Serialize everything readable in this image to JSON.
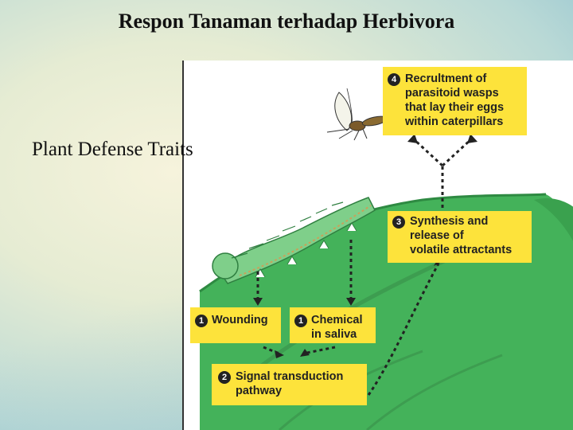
{
  "slide": {
    "title": "Respon Tanaman terhadap Herbivora",
    "side_text": "Plant Defense Traits"
  },
  "diagram": {
    "steps": [
      {
        "number": "4",
        "label": "Recrultment of\nparasitoid wasps\nthat lay their eggs\nwithin caterpillars"
      },
      {
        "number": "3",
        "label": "Synthesis and\nrelease of\nvolatile attractants"
      },
      {
        "number": "1",
        "label": "Wounding"
      },
      {
        "number": "1",
        "label": "Chemical\nin saliva"
      },
      {
        "number": "2",
        "label": "Signal transduction\npathway"
      }
    ]
  },
  "colors": {
    "box": "#fde33b",
    "leaf": "#44b25a",
    "leaf_dark": "#2e8a42",
    "caterpillar": "#7fcf8a"
  }
}
